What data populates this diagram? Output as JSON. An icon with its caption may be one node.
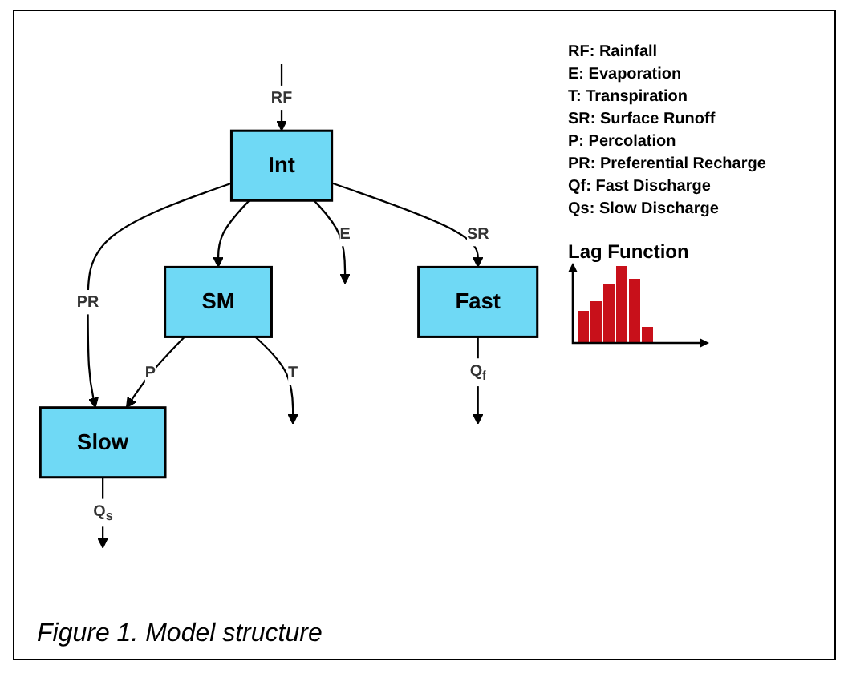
{
  "diagram": {
    "caption": "Figure 1. Model structure",
    "nodes": [
      {
        "text": [
          "Int"
        ]
      },
      {
        "text": [
          "SM"
        ]
      },
      {
        "text": [
          "Fast"
        ]
      },
      {
        "text": [
          "Slow"
        ]
      }
    ],
    "edges": [
      {
        "from": null,
        "to": 0,
        "arrow": "to",
        "label": "RF"
      },
      {
        "from": 0,
        "to": null,
        "arrow": "to",
        "label": "E"
      },
      {
        "from": 0,
        "to": 1,
        "arrow": "to"
      },
      {
        "from": 1,
        "to": null,
        "arrow": "to",
        "label": "T"
      },
      {
        "from": 0,
        "to": 2,
        "arrow": "to",
        "label": "SR"
      },
      {
        "from": 1,
        "to": 3,
        "arrow": "to",
        "label": "P"
      },
      {
        "from": 0,
        "to": 3,
        "arrow": "to",
        "label": "PR"
      },
      {
        "from": 2,
        "to": null,
        "arrow": "to",
        "label": "Q$_{f}$"
      },
      {
        "from": 3,
        "to": null,
        "arrow": "to",
        "label": "Q$_{s}$"
      }
    ],
    "labels": [
      "Lag Function",
      "RF: Rainfall",
      "E: Evaporation",
      "T: Transpiration",
      "SR: Surface Runoff",
      "P: Percolation",
      "PR: Preferential Recharge",
      "Qf: Fast Discharge",
      "Qs: Slow Discharge"
    ]
  }
}
